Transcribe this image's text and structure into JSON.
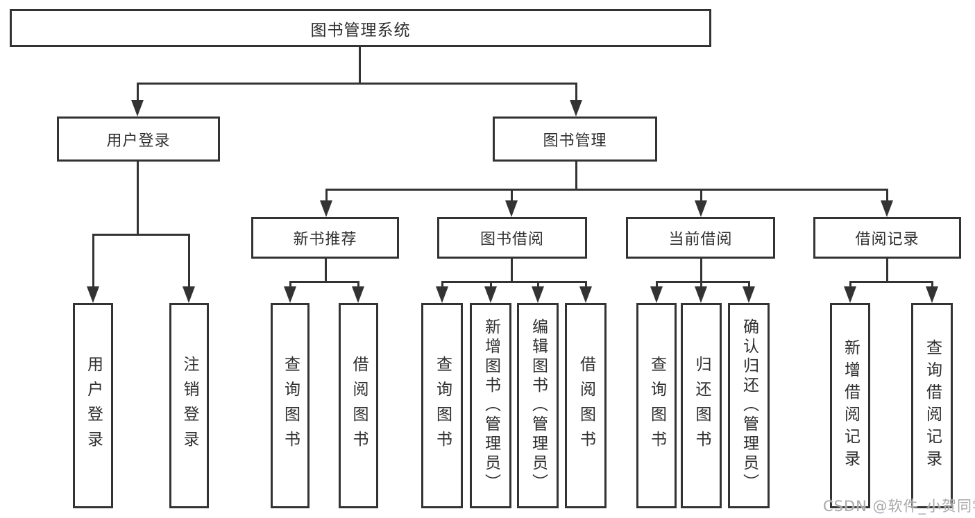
{
  "page": {
    "background": "#ffffff"
  },
  "diagram": {
    "root": {
      "label": "图书管理系统"
    },
    "branches": [
      {
        "label": "用户登录",
        "children": [
          {
            "label": "用户登录"
          },
          {
            "label": "注销登录"
          }
        ]
      },
      {
        "label": "图书管理",
        "groups": [
          {
            "label": "新书推荐",
            "children": [
              {
                "label": "查询图书"
              },
              {
                "label": "借阅图书"
              }
            ]
          },
          {
            "label": "图书借阅",
            "children": [
              {
                "label": "查询图书"
              },
              {
                "label": "新增图书（管理员）"
              },
              {
                "label": "编辑图书（管理员）"
              },
              {
                "label": "借阅图书"
              }
            ]
          },
          {
            "label": "当前借阅",
            "children": [
              {
                "label": "查询图书"
              },
              {
                "label": "归还图书"
              },
              {
                "label": "确认归还（管理员）"
              }
            ]
          },
          {
            "label": "借阅记录",
            "children": [
              {
                "label": "新增借阅记录"
              },
              {
                "label": "查询借阅记录"
              }
            ]
          }
        ]
      }
    ],
    "colors": {
      "line": "#333333",
      "text": "#2f2f2f",
      "box_background": "#ffffff"
    }
  },
  "watermark": {
    "text": "CSDN @软件_小贺同学",
    "color": "#a8a8a8"
  }
}
